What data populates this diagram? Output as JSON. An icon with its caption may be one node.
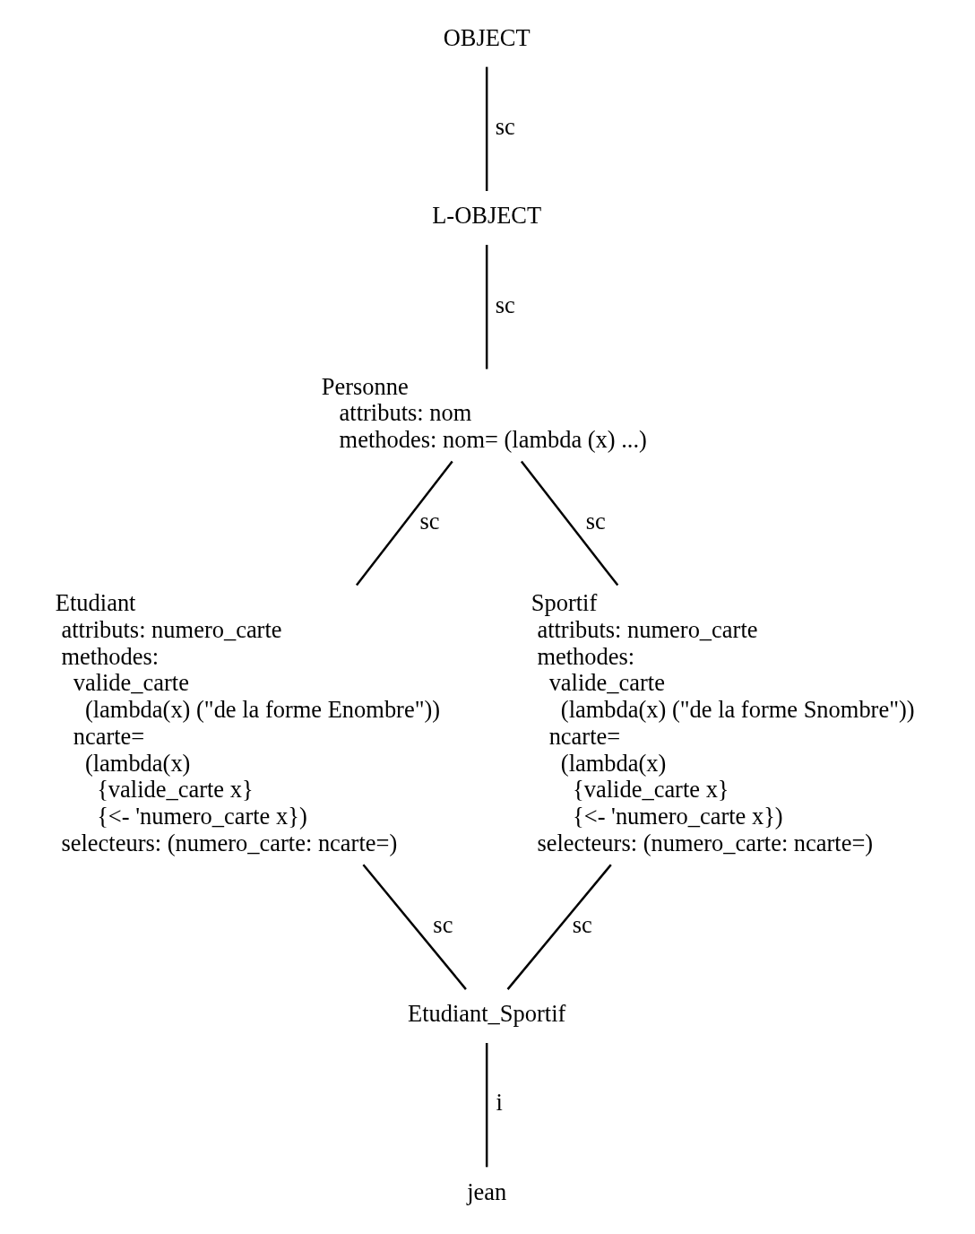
{
  "diagram": {
    "nodes": [
      {
        "text": [
          "OBJECT"
        ]
      },
      {
        "text": [
          "L-OBJECT"
        ]
      },
      {
        "text": [
          "Personne",
          "attributs: nom",
          "methodes: nom= (lambda (x) ...)"
        ]
      },
      {
        "text": [
          "Etudiant",
          "attributs: numero_carte",
          "methodes:",
          "valide_carte",
          "(lambda(x) (\"de la forme Enombre\"))",
          "ncarte=",
          "(lambda(x)",
          "{valide_carte x}",
          "{<- 'numero_carte x})",
          "selecteurs: (numero_carte: ncarte=)"
        ]
      },
      {
        "text": [
          "Sportif",
          "attributs: numero_carte",
          "methodes:",
          "valide_carte",
          "(lambda(x) (\"de la forme Snombre\"))",
          "ncarte=",
          "(lambda(x)",
          "{valide_carte x}",
          "{<- 'numero_carte x})",
          "selecteurs: (numero_carte: ncarte=)"
        ]
      },
      {
        "text": [
          "Etudiant_Sportif"
        ]
      },
      {
        "text": [
          "jean"
        ]
      }
    ],
    "edges": [
      {
        "from": 0,
        "to": 1,
        "arrow": "none",
        "label": "sc"
      },
      {
        "from": 1,
        "to": 2,
        "arrow": "none",
        "label": "sc"
      },
      {
        "from": 2,
        "to": 3,
        "arrow": "none",
        "label": "sc"
      },
      {
        "from": 2,
        "to": 4,
        "arrow": "none",
        "label": "sc"
      },
      {
        "from": 3,
        "to": 5,
        "arrow": "none",
        "label": "sc"
      },
      {
        "from": 4,
        "to": 5,
        "arrow": "none",
        "label": "sc"
      },
      {
        "from": 5,
        "to": 6,
        "arrow": "none",
        "label": "i"
      }
    ]
  }
}
